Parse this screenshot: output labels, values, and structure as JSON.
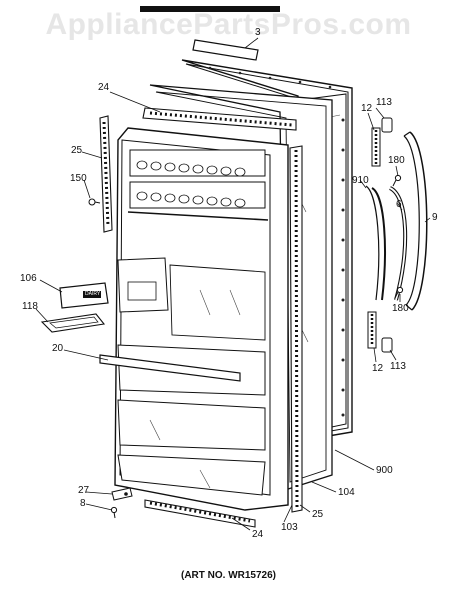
{
  "watermark": "AppliancePartsPros.com",
  "caption": "(ART NO. WR15726)",
  "parts": {
    "p3": "3",
    "p24_top": "24",
    "p25_left": "25",
    "p150": "150",
    "p106": "106",
    "p118": "118",
    "p20": "20",
    "p27": "27",
    "p8": "8",
    "p24_bottom": "24",
    "p103": "103",
    "p25_bottom": "25",
    "p104": "104",
    "p900": "900",
    "p12_top": "12",
    "p113_top": "113",
    "p910": "910",
    "p180_top": "180",
    "p6": "6",
    "p9": "9",
    "p180_bottom": "180",
    "p12_bottom": "12",
    "p113_bottom": "113"
  },
  "dairy_label": "DAIRY"
}
